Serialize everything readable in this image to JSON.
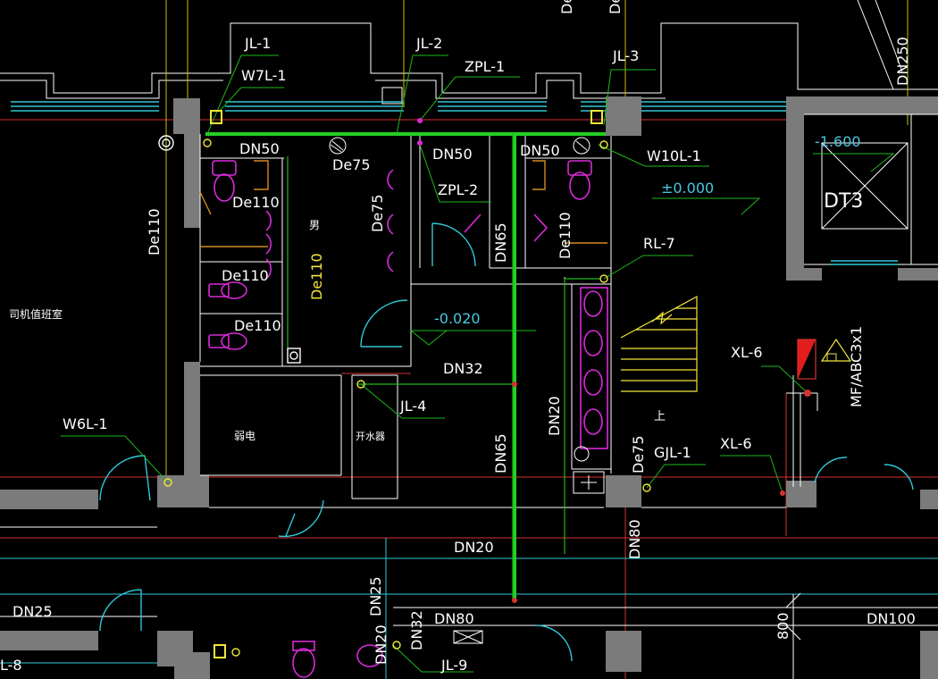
{
  "colors": {
    "background": "#000000",
    "wall": "#7b7b7b",
    "water_green": "#22d022",
    "leader": "#1bb81b",
    "fixture": "#d92ad9",
    "outline": "#ffffff",
    "red_line": "#d63232",
    "cyan_line": "#2fc7d8",
    "yellow": "#f2e63a",
    "orange": "#d48a1f"
  },
  "pipe_labels": {
    "jl1": "JL-1",
    "w7l1": "W7L-1",
    "jl2": "JL-2",
    "zpl1": "ZPL-1",
    "jl3": "JL-3",
    "w10l1": "W10L-1",
    "zpl2": "ZPL-2",
    "rl7": "RL-7",
    "jl4": "JL-4",
    "xl6_a": "XL-6",
    "xl6_b": "XL-6",
    "gjl1": "GJL-1",
    "w6l1": "W6L-1",
    "jl9": "JL-9",
    "l8": "L-8"
  },
  "dimension_labels": {
    "dn50_a": "DN50",
    "dn50_b": "DN50",
    "dn50_c": "DN50",
    "de75_a": "De75",
    "de75_b": "De75",
    "de75_c": "De75",
    "de110_a": "De110",
    "de110_b": "De110",
    "de110_c": "De110",
    "de110_d": "De110",
    "de110_e": "De110",
    "de110_left": "De110",
    "dn65_a": "DN65",
    "dn65_b": "DN65",
    "dn32_a": "DN32",
    "dn32_b": "DN32",
    "dn20_a": "DN20",
    "dn20_b": "DN20",
    "dn20_c": "DN20",
    "dn25_a": "DN25",
    "dn25_b": "DN25",
    "dn80_a": "DN80",
    "dn80_b": "DN80",
    "dn100": "DN100",
    "dn250": "DN250",
    "dim_800": "800",
    "mf": "MF/ABC3x1",
    "de_top1": "De",
    "de_top2": "De"
  },
  "elevations": {
    "e1": "-1.600",
    "e2": "±0.000",
    "e3": "-0.020"
  },
  "room_labels": {
    "driver_room": "司机值班室",
    "mens": "男",
    "weak_current": "弱电",
    "boiler": "开水器",
    "elevator": "DT3",
    "up": "上"
  }
}
